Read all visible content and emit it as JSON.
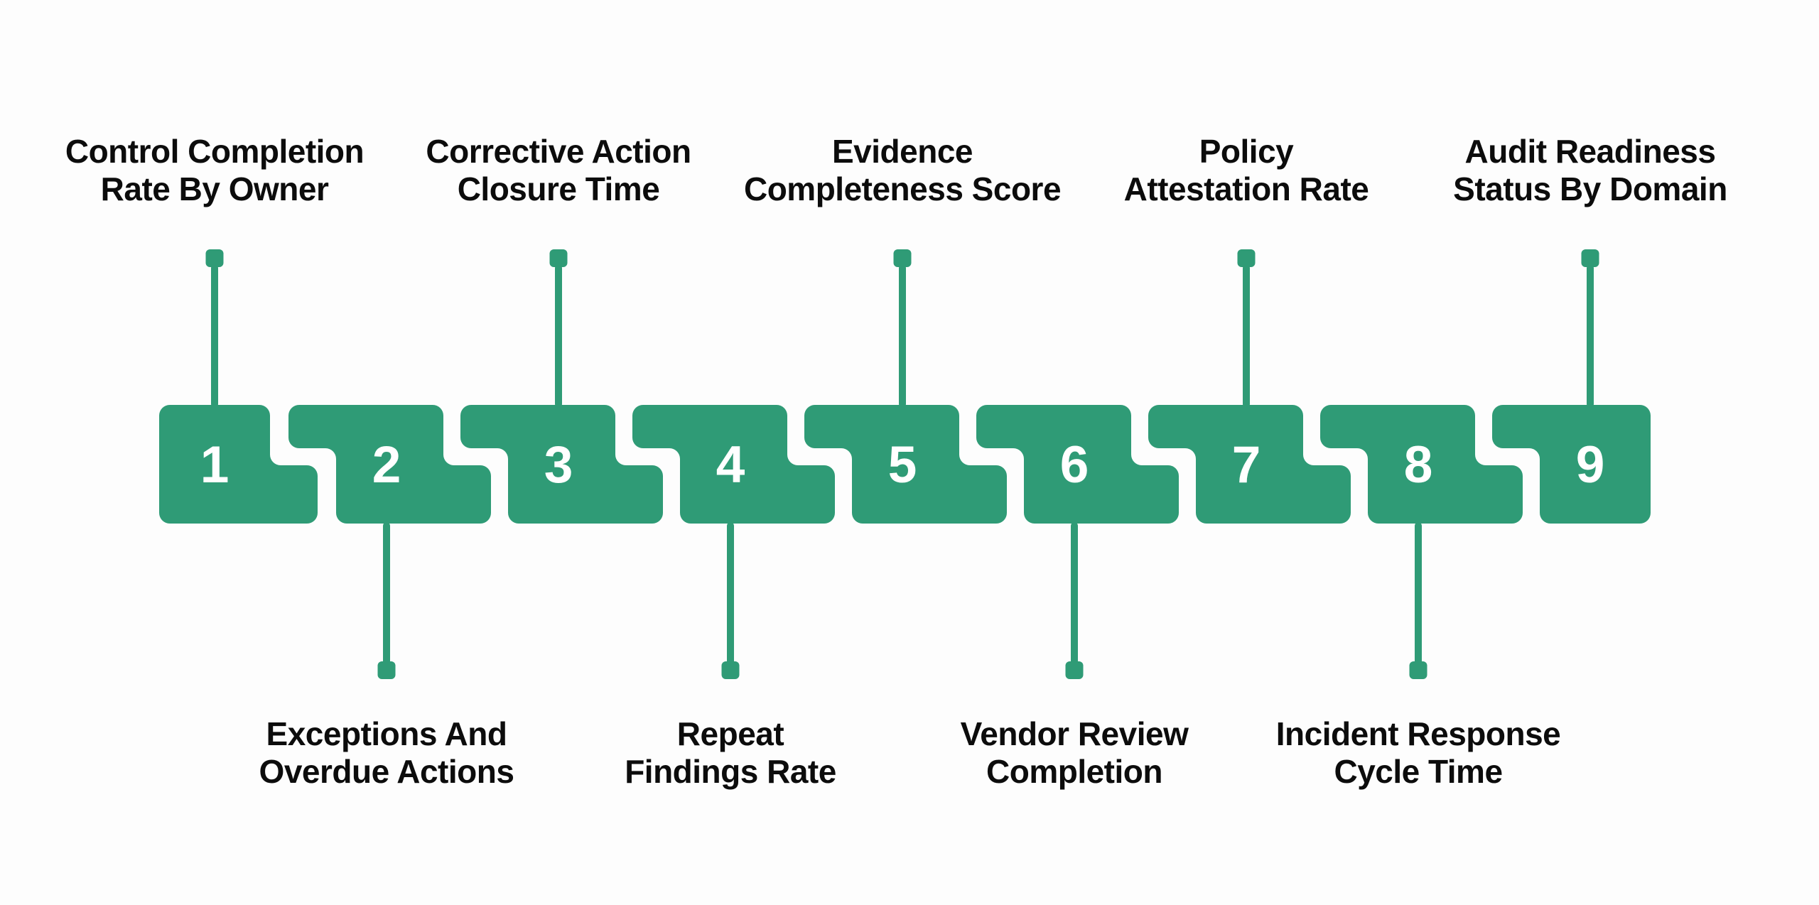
{
  "colors": {
    "accent": "#2F9B76",
    "label_text": "#0C0C0C",
    "number_text": "#FFFFFF",
    "background": "#FDFDFD"
  },
  "steps": [
    {
      "number": "1",
      "label_line1": "Control Completion",
      "label_line2": "Rate By Owner",
      "label_position": "top"
    },
    {
      "number": "2",
      "label_line1": "Exceptions And",
      "label_line2": "Overdue Actions",
      "label_position": "bottom"
    },
    {
      "number": "3",
      "label_line1": "Corrective Action",
      "label_line2": "Closure Time",
      "label_position": "top"
    },
    {
      "number": "4",
      "label_line1": "Repeat",
      "label_line2": "Findings Rate",
      "label_position": "bottom"
    },
    {
      "number": "5",
      "label_line1": "Evidence",
      "label_line2": "Completeness Score",
      "label_position": "top"
    },
    {
      "number": "6",
      "label_line1": "Vendor Review",
      "label_line2": "Completion",
      "label_position": "bottom"
    },
    {
      "number": "7",
      "label_line1": "Policy",
      "label_line2": "Attestation Rate",
      "label_position": "top"
    },
    {
      "number": "8",
      "label_line1": "Incident Response",
      "label_line2": "Cycle Time",
      "label_position": "bottom"
    },
    {
      "number": "9",
      "label_line1": "Audit Readiness",
      "label_line2": "Status By Domain",
      "label_position": "top"
    }
  ]
}
